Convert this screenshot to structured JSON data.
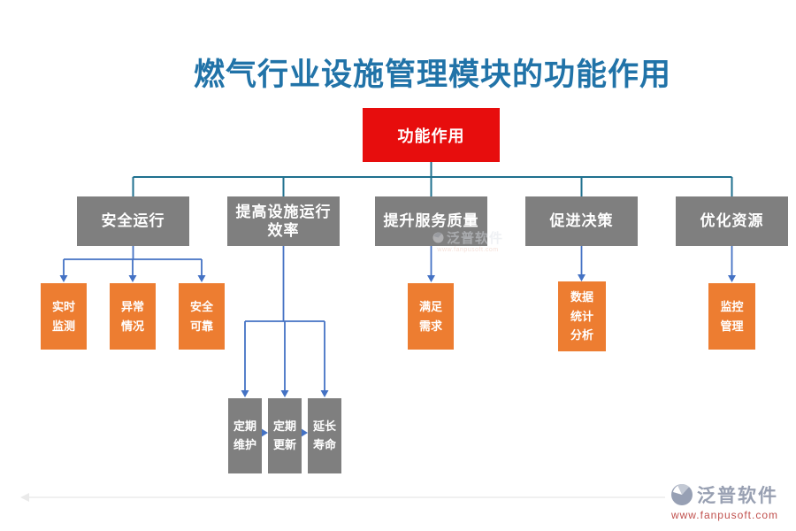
{
  "title": "燃气行业设施管理模块的功能作用",
  "tree": {
    "root": {
      "label": "功能作用"
    },
    "branches": [
      {
        "label": "安全运行",
        "children": [
          {
            "label": "实时\n监测"
          },
          {
            "label": "异常\n情况"
          },
          {
            "label": "安全\n可靠"
          }
        ]
      },
      {
        "label": "提高设施运行\n效率",
        "children": [
          {
            "label": "定期\n维护"
          },
          {
            "label": "定期\n更新"
          },
          {
            "label": "延长\n寿命"
          }
        ]
      },
      {
        "label": "提升服务质量",
        "children": [
          {
            "label": "满足\n需求"
          }
        ]
      },
      {
        "label": "促进决策",
        "children": [
          {
            "label": "数据\n统计\n分析"
          }
        ]
      },
      {
        "label": "优化资源",
        "children": [
          {
            "label": "监控\n管理"
          }
        ]
      }
    ]
  },
  "watermark": {
    "brand": "泛普软件",
    "url": "www.fanpusoft.com"
  },
  "footer": {
    "brand": "泛普软件",
    "url": "www.fanpusoft.com"
  },
  "colors": {
    "title_text": "#2173a8",
    "root_box": "#e70d0d",
    "branch_box": "#7f7f7f",
    "leaf_box": "#ed7d31",
    "sub_branch_box": "#7f7f7f",
    "tree_connector": "#20718f",
    "arrow_connector": "#4472c4",
    "brand_text": "#98a0b2",
    "brand_url": "#c0504d"
  }
}
